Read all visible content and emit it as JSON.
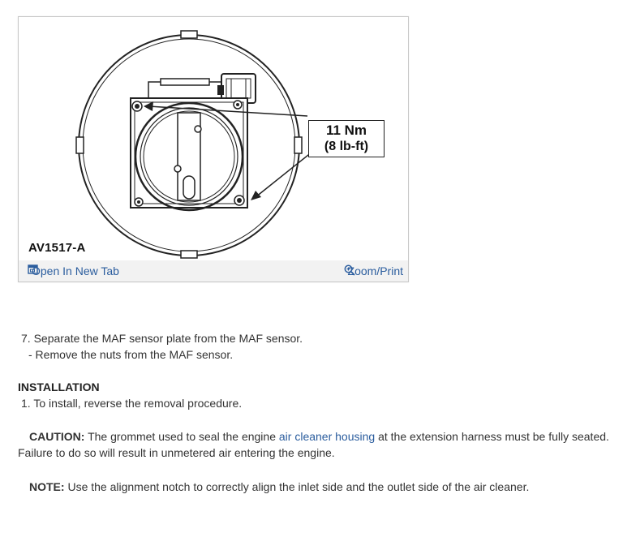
{
  "figure": {
    "code": "AV1517-A",
    "torque_line1": "11 Nm",
    "torque_line2": "(8 lb-ft)",
    "open_tab_label": "Open In New Tab",
    "zoom_print_label": "Zoom/Print"
  },
  "steps": {
    "step7_number": "7.",
    "step7_text": "Separate the MAF sensor plate from the MAF sensor.",
    "step7_sub": "-  Remove the nuts from the MAF sensor."
  },
  "installation": {
    "heading": "INSTALLATION",
    "step1_number": "1.",
    "step1_text": "To install, reverse the removal procedure.",
    "caution_label": "CAUTION:",
    "caution_before": " The grommet used to seal the engine ",
    "caution_link": "air cleaner housing",
    "caution_after": " at the extension harness must be fully seated. Failure to do so will result in unmetered air entering the engine.",
    "note_label": "NOTE:",
    "note_text": " Use the alignment notch to correctly align the inlet side and the outlet side of the air cleaner."
  },
  "colors": {
    "link": "#2b5d9e",
    "toolbar_bg": "#f2f2f2",
    "border": "#c8c8c8"
  },
  "icons": {
    "open_tab": "open-new-tab-icon",
    "zoom": "magnifier-zoom-icon"
  }
}
